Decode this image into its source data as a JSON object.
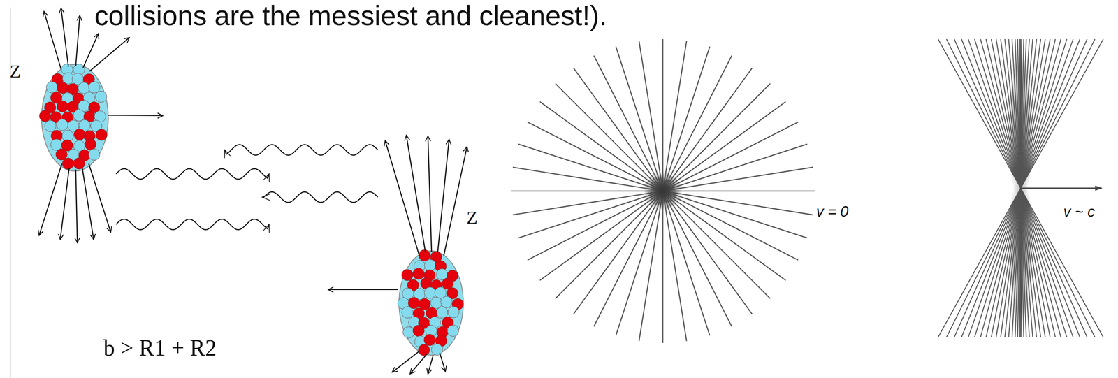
{
  "diagram": {
    "labels": [
      "collisions are the messiest and cleanest!).",
      "Z",
      "Z",
      "b > R1 + R2",
      "v = 0",
      "v ~ c"
    ]
  }
}
